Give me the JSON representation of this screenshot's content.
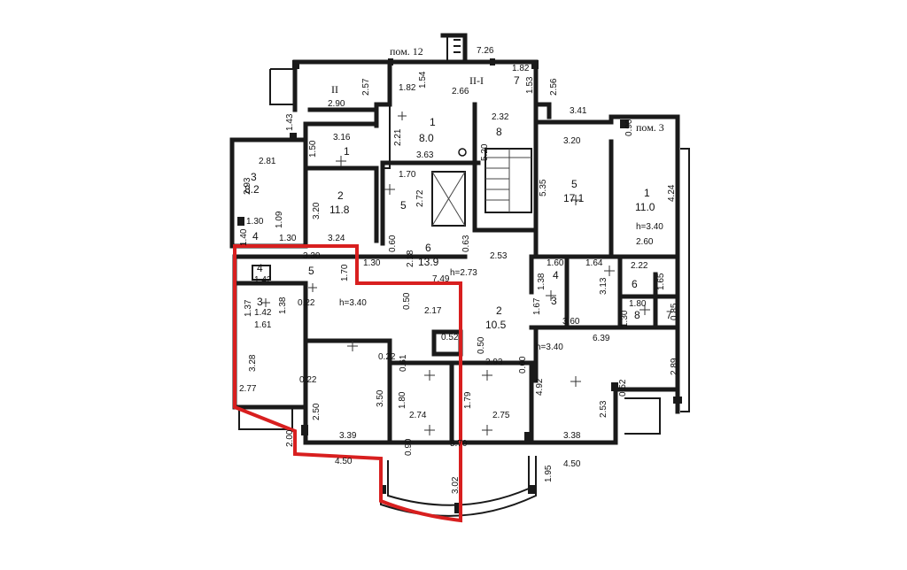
{
  "labels": {
    "pom12": "пом. 12",
    "pom3": "пом. 3",
    "roman2": "II",
    "roman2_1": "II-I"
  },
  "rooms": [
    {
      "id": "r-top-1",
      "num": "1",
      "area": "8.0"
    },
    {
      "id": "r-top-8",
      "num": "8",
      "area": ""
    },
    {
      "id": "r-top-7",
      "num": "7",
      "area": ""
    },
    {
      "id": "r-left-1",
      "num": "1",
      "area": ""
    },
    {
      "id": "r-left-3",
      "num": "3",
      "area": "8.2"
    },
    {
      "id": "r-left-2",
      "num": "2",
      "area": "11.8"
    },
    {
      "id": "r-left-5",
      "num": "5",
      "area": ""
    },
    {
      "id": "r-left-4",
      "num": "4",
      "area": ""
    },
    {
      "id": "r-hall-6",
      "num": "6",
      "area": "13.9"
    },
    {
      "id": "r-right-5",
      "num": "5",
      "area": "17.1"
    },
    {
      "id": "r-right-1",
      "num": "1",
      "area": "11.0"
    },
    {
      "id": "r-apt-4",
      "num": "4",
      "area": ""
    },
    {
      "id": "r-apt-5",
      "num": "5",
      "area": ""
    },
    {
      "id": "r-apt-3",
      "num": "3",
      "area": ""
    },
    {
      "id": "r-c-2",
      "num": "2",
      "area": "10.5"
    },
    {
      "id": "r-c-4",
      "num": "4",
      "area": ""
    },
    {
      "id": "r-c-3",
      "num": "3",
      "area": ""
    },
    {
      "id": "r-c-6",
      "num": "6",
      "area": ""
    },
    {
      "id": "r-c-8",
      "num": "8",
      "area": ""
    },
    {
      "id": "r-c-7",
      "num": "7",
      "area": ""
    }
  ],
  "heights": {
    "h_hall": "h=2.73",
    "h_apt": "h=3.40",
    "h_right": "h=3.40",
    "h_center": "h=3.40"
  },
  "dims": {
    "d726": "7.26",
    "d182": "1.82",
    "d154": "1.54",
    "d182b": "1.82",
    "d266": "2.66",
    "d153": "1.53",
    "d256": "2.56",
    "d290": "2.90",
    "d257": "2.57",
    "d143": "1.43",
    "d316": "3.16",
    "d221": "2.21",
    "d232": "2.32",
    "d341": "3.41",
    "d090t": "0.90",
    "d150": "1.50",
    "d363": "3.63",
    "d520": "5.20",
    "d320": "3.20",
    "d281": "2.81",
    "d293": "2.93",
    "d170": "1.70",
    "d272": "2.72",
    "d535": "5.35",
    "d424": "4.24",
    "d320b": "3.20",
    "d130": "1.30",
    "d109": "1.09",
    "d140": "1.40",
    "d130b": "1.30",
    "d324": "3.24",
    "d060": "0.60",
    "d218": "2.18",
    "d063": "0.63",
    "d253": "2.53",
    "h340r": "h=3.40",
    "d260": "2.60",
    "d330": "3.30",
    "d130c": "1.30",
    "d142": "1.42",
    "d170b": "1.70",
    "d749": "7.49",
    "d160": "1.60",
    "d138": "1.38",
    "d164": "1.64",
    "d222": "2.22",
    "d313": "3.13",
    "d165": "1.65",
    "d137": "1.37",
    "d142b": "1.42",
    "d138b": "1.38",
    "d022": "0.22",
    "d050": "0.50",
    "d217": "2.17",
    "d167": "1.67",
    "d360": "3.60",
    "d180": "1.80",
    "d130d": "1.30",
    "d085": "0.85",
    "d161": "1.61",
    "d052": "0.52",
    "d050b": "0.50",
    "d639": "6.39",
    "d328": "3.28",
    "d022b": "0.22",
    "d061": "0.61",
    "d293b": "2.93",
    "d060b": "0.60",
    "d492": "4.92",
    "d289": "2.89",
    "d022c": "0.22",
    "d052b": "0.52",
    "d277": "2.77",
    "d250": "2.50",
    "d350": "3.50",
    "d180b": "1.80",
    "d179": "1.79",
    "d274": "2.74",
    "d275": "2.75",
    "d253b": "2.53",
    "d200": "2.00",
    "d339": "3.39",
    "d090": "0.90",
    "d570": "5.70",
    "d338": "3.38",
    "d450": "4.50",
    "d450b": "4.50",
    "d195": "1.95",
    "d302": "3.02"
  }
}
